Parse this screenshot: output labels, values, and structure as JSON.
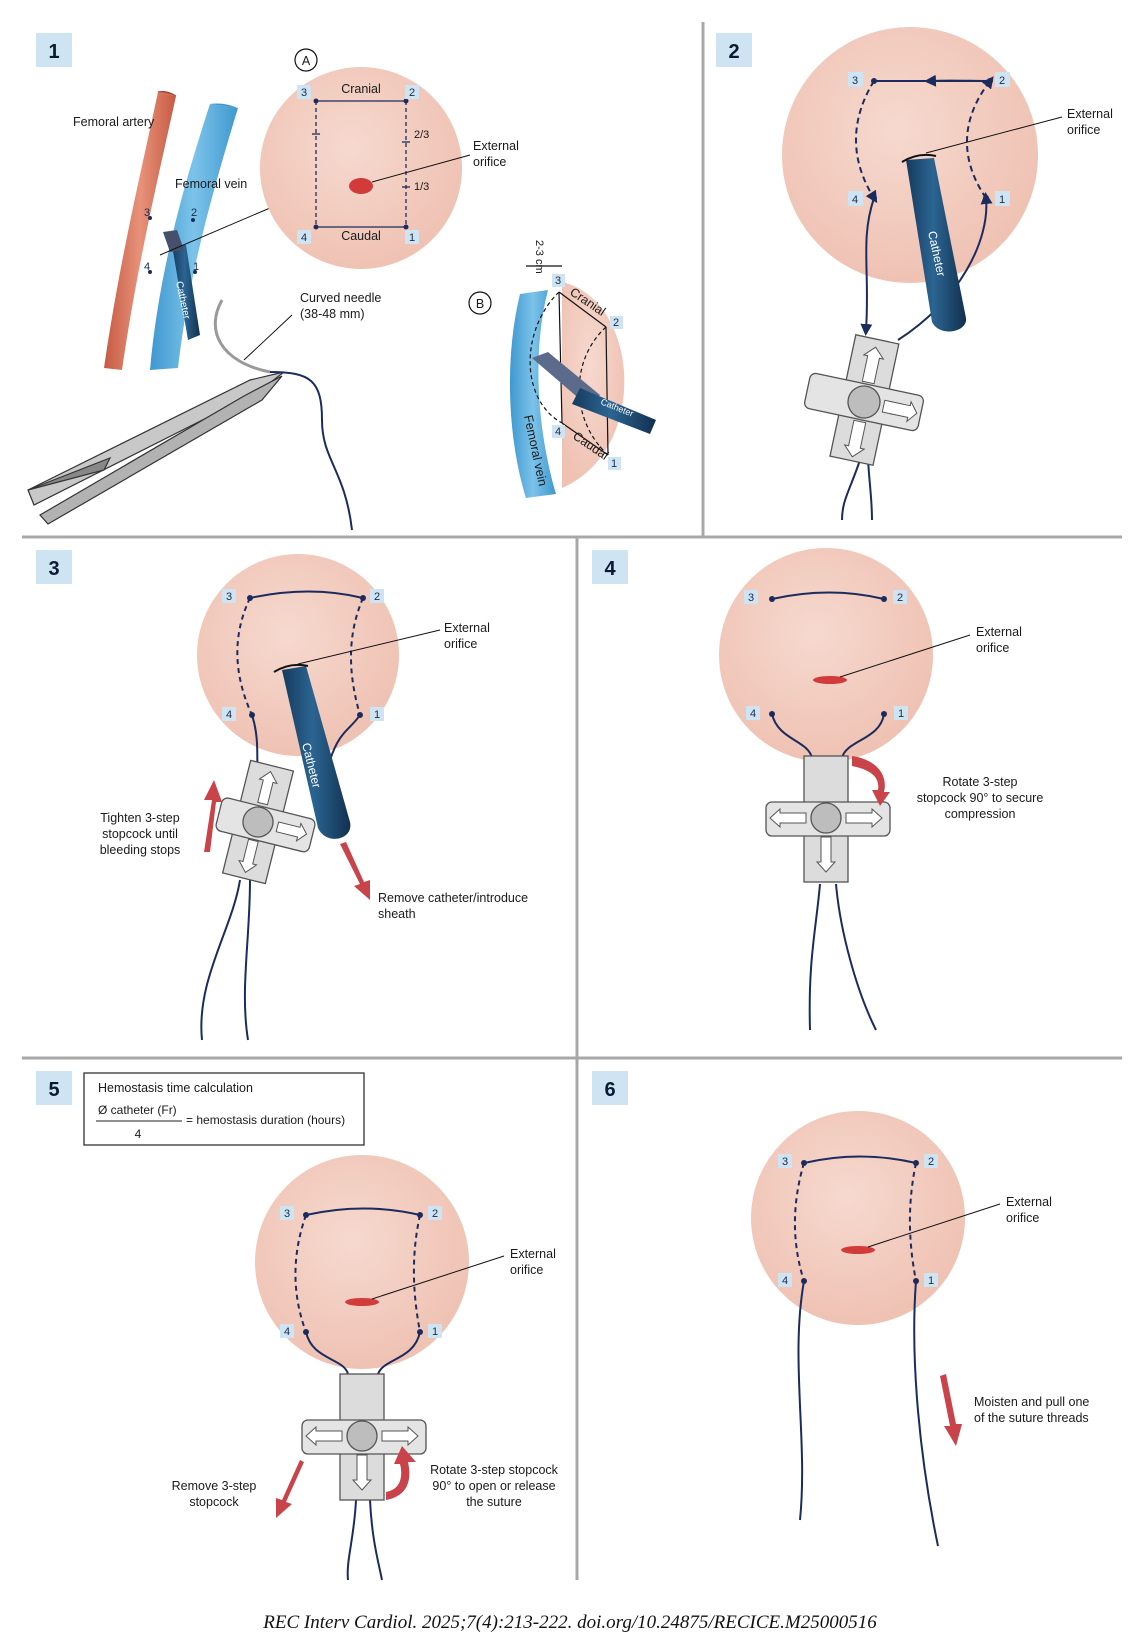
{
  "panels": [
    {
      "number": "1"
    },
    {
      "number": "2"
    },
    {
      "number": "3"
    },
    {
      "number": "4"
    },
    {
      "number": "5"
    },
    {
      "number": "6"
    }
  ],
  "markers": {
    "a": "A",
    "b": "B"
  },
  "points": {
    "p1": "1",
    "p2": "2",
    "p3": "3",
    "p4": "4"
  },
  "labels": {
    "femoral_artery": "Femoral artery",
    "femoral_vein": "Femoral vein",
    "catheter": "Catheter",
    "curved_needle_1": "Curved needle",
    "curved_needle_2": "(38-48 mm)",
    "cranial": "Cranial",
    "caudal": "Caudal",
    "external_1": "External",
    "external_2": "orifice",
    "two_thirds": "2/3",
    "one_third": "1/3",
    "distance": "2-3 cm",
    "femoral_vein_b": "Femoral vein"
  },
  "panel3": {
    "tighten": [
      "Tighten 3-step",
      "stopcock until",
      "bleeding stops"
    ],
    "remove": [
      "Remove catheter/introduce",
      "sheath"
    ]
  },
  "panel4": {
    "rotate": [
      "Rotate 3-step",
      "stopcock 90° to secure",
      "compression"
    ]
  },
  "panel5": {
    "calc_title": "Hemostasis time calculation",
    "calc_numerator": "Ø catheter (Fr)",
    "calc_denominator": "4",
    "calc_result": "= hemostasis duration (hours)",
    "remove": [
      "Remove 3-step",
      "stopcock"
    ],
    "rotate": [
      "Rotate 3-step stopcock",
      "90° to open or release",
      "the suture"
    ]
  },
  "panel6": {
    "pull": [
      "Moisten and pull one",
      "of the suture threads"
    ]
  },
  "citation": "REC Interv Cardiol. 2025;7(4):213-222. doi.org/10.24875/RECICE.M25000516",
  "colors": {
    "skin": "#f3cbbf",
    "vein": "#5aaedc",
    "artery": "#d9735a",
    "catheter": "#1d4a72",
    "suture": "#1c2b5e",
    "arrow": "#c9434a",
    "orifice": "#d33a3a",
    "badge": "#cfe4f2",
    "divider": "#a8a8a8"
  }
}
